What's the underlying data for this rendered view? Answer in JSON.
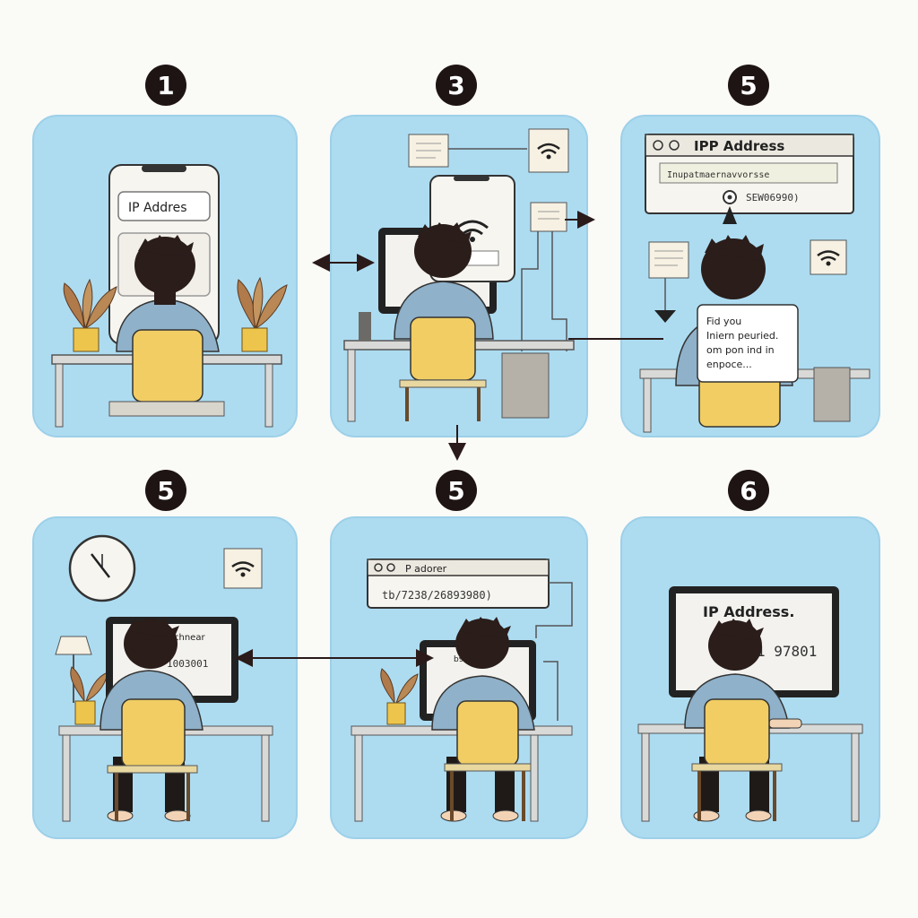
{
  "steps": [
    {
      "label": "1"
    },
    {
      "label": "3"
    },
    {
      "label": "5"
    },
    {
      "label": "5"
    },
    {
      "label": "5"
    },
    {
      "label": "6"
    }
  ],
  "panel1": {
    "phone_label": "IP Addres"
  },
  "panel3": {
    "window_title": "IPP Address",
    "field_text": "Inupatmaernavvorsse",
    "value_text": "SEW06990)",
    "note_lines": [
      "Fid you",
      "Iniern peuried.",
      "om pon ind in",
      "enpoce..."
    ]
  },
  "panel4": {
    "screen_title": "chnear",
    "screen_value": "1003001"
  },
  "panel5": {
    "window_title": "P adorer",
    "field_text": "tb/7238/26893980)",
    "screen_label": "b9"
  },
  "panel6": {
    "screen_title": "IP Address.",
    "screen_value": "1 97801"
  },
  "colors": {
    "panel": "#addcf1",
    "badge": "#1e1414",
    "chair": "#f1cd63",
    "shirt": "#8fb1c9",
    "hair": "#2a1d1a",
    "desk": "#d9d9d7",
    "plant": "#a87a4e",
    "pot": "#eec54c"
  }
}
